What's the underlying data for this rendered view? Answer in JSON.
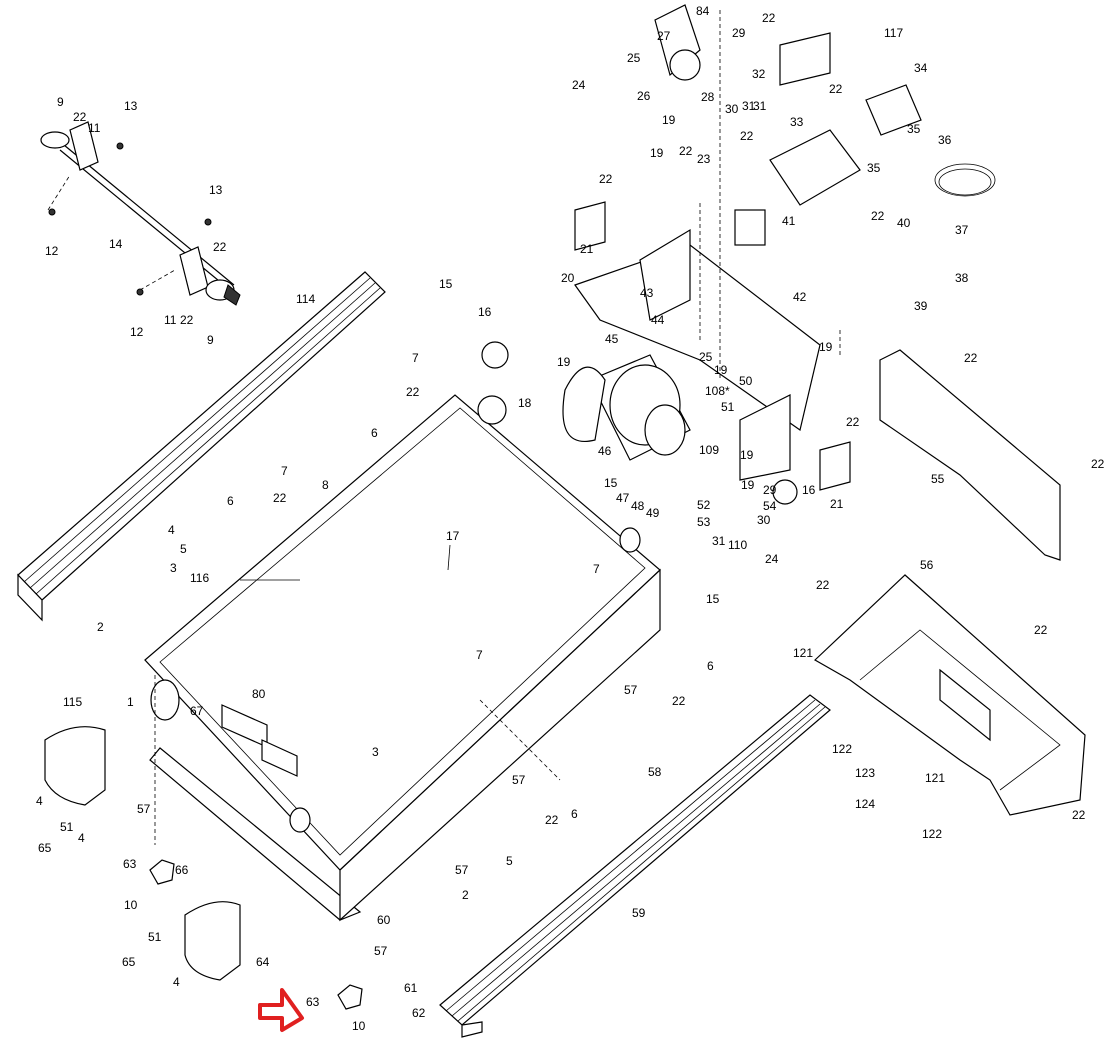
{
  "callouts": {
    "c1": "1",
    "c2a": "2",
    "c2b": "2",
    "c3a": "3",
    "c3b": "3",
    "c4a": "4",
    "c4b": "4",
    "c4c": "4",
    "c4d": "4",
    "c5a": "5",
    "c5b": "5",
    "c6a": "6",
    "c6b": "6",
    "c6c": "6",
    "c6d": "6",
    "c7a": "7",
    "c7b": "7",
    "c7c": "7",
    "c7d": "7",
    "c8": "8",
    "c9a": "9",
    "c9b": "9",
    "c10a": "10",
    "c10b": "10",
    "c11a": "11",
    "c11b": "11",
    "c12a": "12",
    "c12b": "12",
    "c13a": "13",
    "c13b": "13",
    "c14": "14",
    "c15a": "15",
    "c15b": "15",
    "c15c": "15",
    "c16a": "16",
    "c16b": "16",
    "c17": "17",
    "c18": "18",
    "c19a": "19",
    "c19b": "19",
    "c19c": "19",
    "c19d": "19",
    "c19e": "19",
    "c19f": "19",
    "c19g": "19",
    "c20": "20",
    "c21a": "21",
    "c21b": "21",
    "c22a": "22",
    "c22b": "22",
    "c22c": "22",
    "c22d": "22",
    "c22e": "22",
    "c22f": "22",
    "c22g": "22",
    "c22h": "22",
    "c22i": "22",
    "c22j": "22",
    "c22k": "22",
    "c22l": "22",
    "c22m": "22",
    "c22n": "22",
    "c22o": "22",
    "c22p": "22",
    "c22q": "22",
    "c22r": "22",
    "c22s": "22",
    "c23": "23",
    "c24a": "24",
    "c24b": "24",
    "c25a": "25",
    "c25b": "25",
    "c26": "26",
    "c27": "27",
    "c28": "28",
    "c29a": "29",
    "c29b": "29",
    "c30a": "30",
    "c30b": "30",
    "c31a": "31",
    "c31b": "31",
    "c31c": "31",
    "c32": "32",
    "c33": "33",
    "c34": "34",
    "c35a": "35",
    "c35b": "35",
    "c36": "36",
    "c37": "37",
    "c38": "38",
    "c39": "39",
    "c40": "40",
    "c41": "41",
    "c42": "42",
    "c43": "43",
    "c44": "44",
    "c45": "45",
    "c46": "46",
    "c47": "47",
    "c48": "48",
    "c49": "49",
    "c50": "50",
    "c51a": "51",
    "c51b": "51",
    "c51c": "51",
    "c52": "52",
    "c53": "53",
    "c54": "54",
    "c55": "55",
    "c56": "56",
    "c57a": "57",
    "c57b": "57",
    "c57c": "57",
    "c57d": "57",
    "c57e": "57",
    "c58": "58",
    "c59": "59",
    "c60": "60",
    "c61": "61",
    "c62": "62",
    "c63a": "63",
    "c63b": "63",
    "c64": "64",
    "c65a": "65",
    "c65b": "65",
    "c66": "66",
    "c67": "67",
    "c80": "80",
    "c84": "84",
    "c108": "108*",
    "c109": "109",
    "c110": "110",
    "c114": "114",
    "c115": "115",
    "c116": "116",
    "c117": "117",
    "c121a": "121",
    "c121b": "121",
    "c122a": "122",
    "c122b": "122",
    "c123": "123",
    "c124": "124"
  },
  "highlight": {
    "color": "#e02020",
    "target_label": "63"
  },
  "colors": {
    "ink": "#000000",
    "background": "#ffffff"
  }
}
